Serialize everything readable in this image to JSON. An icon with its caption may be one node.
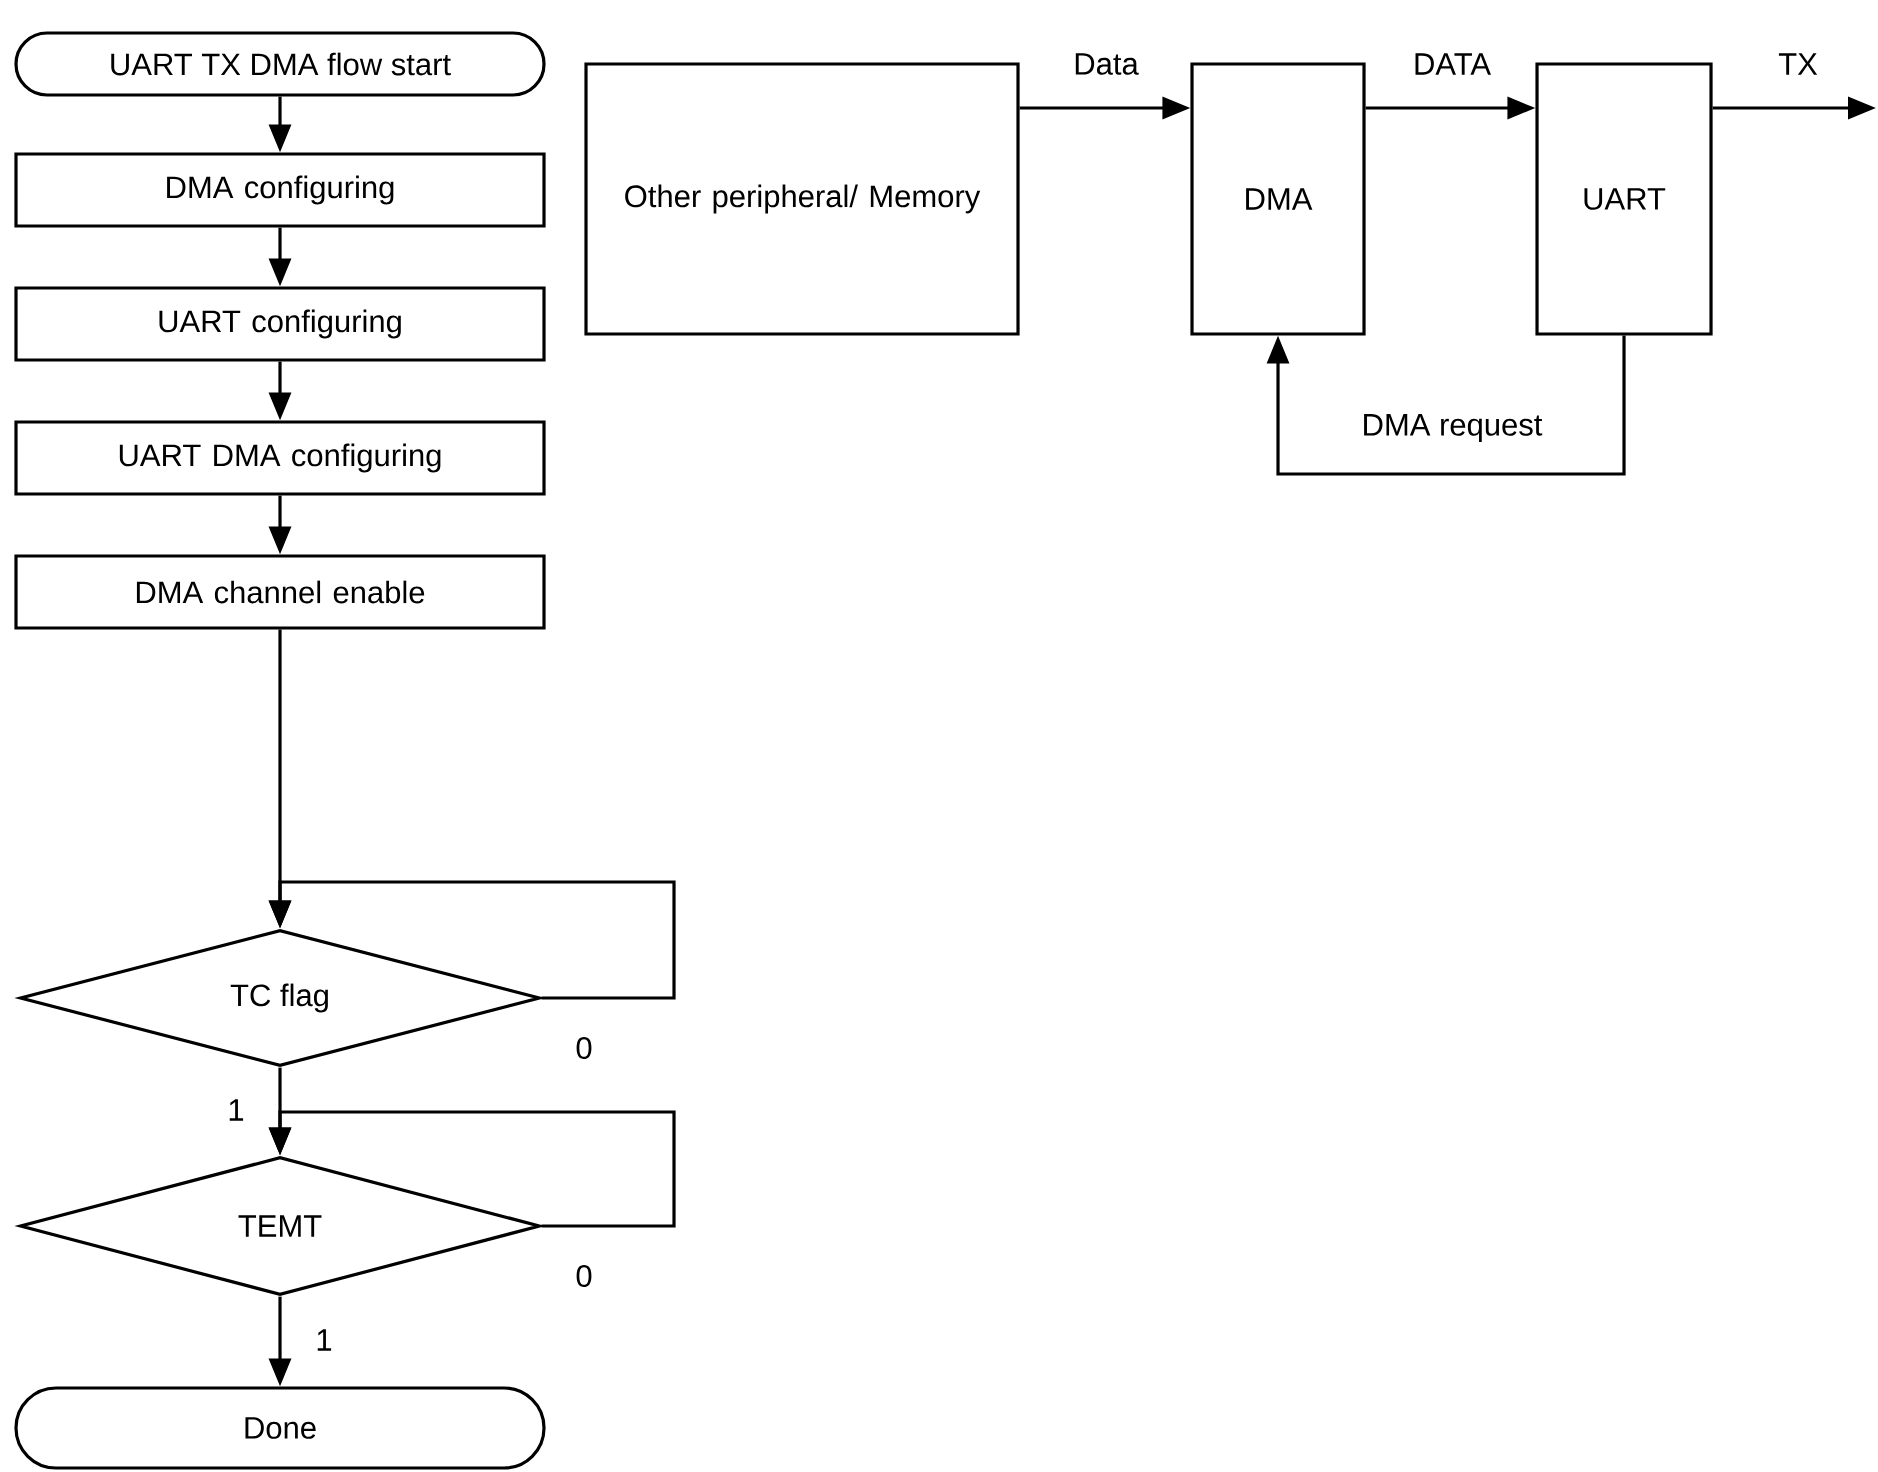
{
  "diagram": {
    "nodes": [
      {
        "text": [
          "UART TX DMA flow start"
        ]
      },
      {
        "text": [
          "DMA configuring"
        ]
      },
      {
        "text": [
          "UART configuring"
        ]
      },
      {
        "text": [
          "UART DMA configuring"
        ]
      },
      {
        "text": [
          "DMA channel enable"
        ]
      },
      {
        "text": [
          "TC flag"
        ]
      },
      {
        "text": [
          "TEMT"
        ]
      },
      {
        "text": [
          "Done"
        ]
      },
      {
        "text": [
          "Other peripheral/ Memory"
        ]
      },
      {
        "text": [
          "DMA"
        ]
      },
      {
        "text": [
          "UART"
        ]
      }
    ],
    "edges": [
      {
        "from": 0,
        "to": 1,
        "arrow": "to"
      },
      {
        "from": 1,
        "to": 2,
        "arrow": "to"
      },
      {
        "from": 2,
        "to": 3,
        "arrow": "to"
      },
      {
        "from": 3,
        "to": 4,
        "arrow": "to"
      },
      {
        "from": 4,
        "to": 5,
        "arrow": "to"
      },
      {
        "from": 5,
        "to": 5,
        "arrow": "to",
        "label": "0"
      },
      {
        "from": 5,
        "to": 6,
        "arrow": "to",
        "label": "1"
      },
      {
        "from": 6,
        "to": 6,
        "arrow": "to",
        "label": "0"
      },
      {
        "from": 6,
        "to": 7,
        "arrow": "to",
        "label": "1"
      },
      {
        "from": 8,
        "to": 9,
        "arrow": "to",
        "label": "Data"
      },
      {
        "from": 9,
        "to": 10,
        "arrow": "to",
        "label": "DATA"
      },
      {
        "from": 10,
        "to": null,
        "arrow": "to",
        "label": "TX"
      },
      {
        "from": 10,
        "to": 9,
        "arrow": "to",
        "label": "DMA request"
      }
    ]
  }
}
